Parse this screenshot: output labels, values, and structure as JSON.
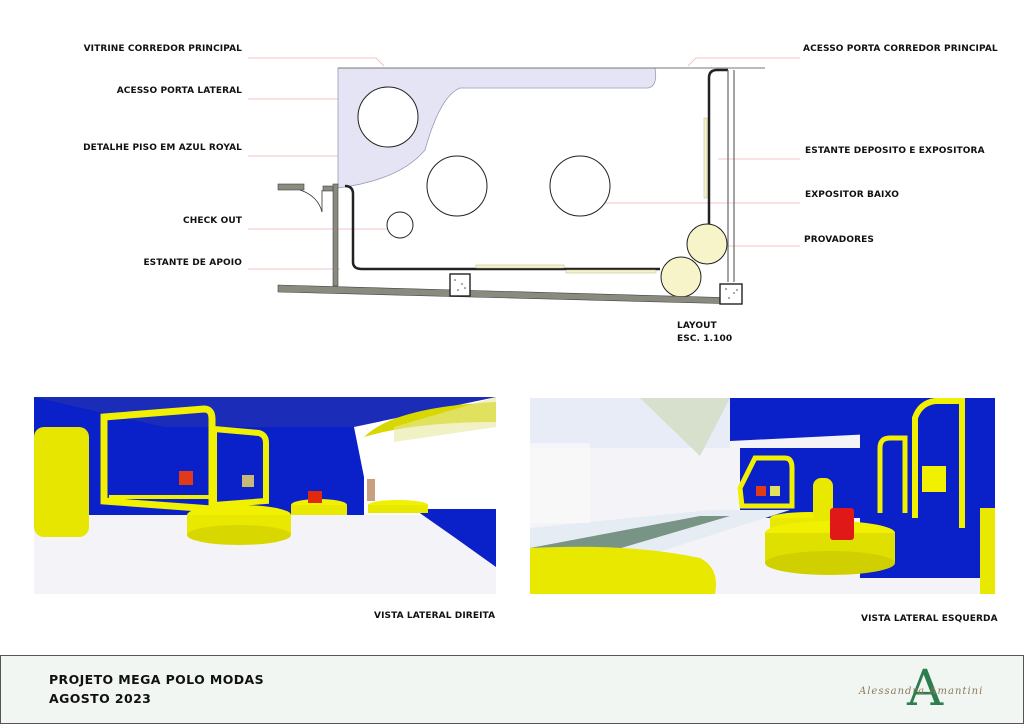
{
  "labels_left": {
    "vitrine": "VITRINE CORREDOR PRINCIPAL",
    "acesso_lateral": "ACESSO PORTA LATERAL",
    "piso": "DETALHE PISO EM AZUL ROYAL",
    "checkout": "CHECK OUT",
    "estante_apoio": "ESTANTE DE APOIO"
  },
  "labels_right": {
    "acesso_principal": "ACESSO PORTA CORREDOR PRINCIPAL",
    "estante_deposito": "ESTANTE DEPOSITO E EXPOSITORA",
    "expositor": "EXPOSITOR BAIXO",
    "provadores": "PROVADORES"
  },
  "layout": {
    "title": "LAYOUT",
    "scale": "ESC. 1.100"
  },
  "views": {
    "right": "VISTA LATERAL DIREITA",
    "left": "VISTA LATERAL ESQUERDA"
  },
  "footer": {
    "project": "PROJETO  MEGA  POLO  MODAS",
    "date": "AGOSTO 2023",
    "signature": "Alessandra Amantini",
    "logo_letter": "A"
  },
  "colors": {
    "royal_blue": "#0a20c8",
    "yellow": "#f0f000",
    "wall_gray": "#8a8a7e",
    "floor_lavender": "#e4e4f4",
    "logo_green": "#2e7d4f"
  }
}
